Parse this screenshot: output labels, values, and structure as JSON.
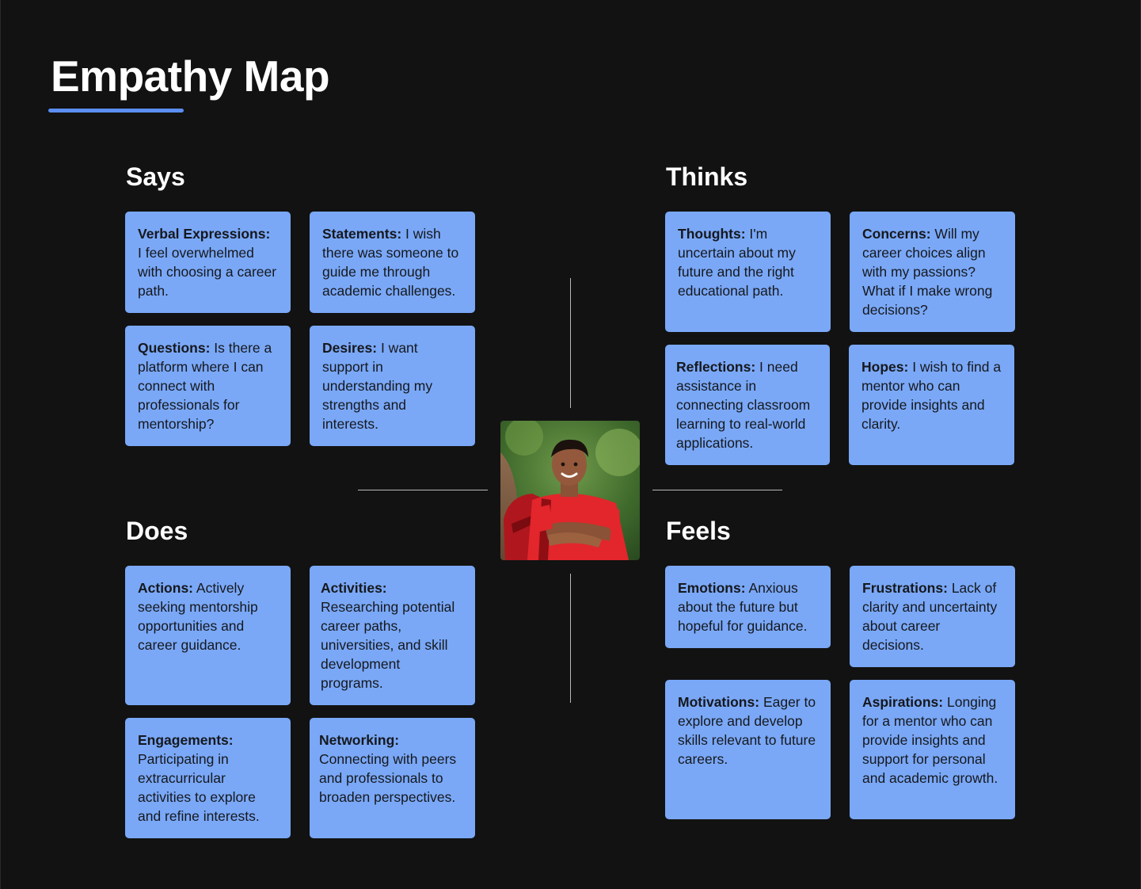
{
  "page": {
    "title": "Empathy Map"
  },
  "says": {
    "title": "Says",
    "cards": [
      {
        "label": "Verbal Expressions:",
        "text": "I feel overwhelmed with choosing a career path."
      },
      {
        "label": "Statements:",
        "text": "I wish there was someone to guide me through academic challenges."
      },
      {
        "label": "Questions:",
        "text": "Is there a platform where I can connect with professionals for mentorship?"
      },
      {
        "label": "Desires:",
        "text": "I want support in understanding my strengths and interests."
      }
    ]
  },
  "thinks": {
    "title": "Thinks",
    "cards": [
      {
        "label": "Thoughts:",
        "text": "I'm uncertain about my future and the right educational path."
      },
      {
        "label": "Concerns:",
        "text": "Will my career choices align with my passions? What if I make wrong decisions?"
      },
      {
        "label": "Reflections:",
        "text": "I need assistance in connecting classroom learning to real-world applications."
      },
      {
        "label": "Hopes:",
        "text": "I wish to find a mentor who can provide insights and clarity."
      }
    ]
  },
  "does": {
    "title": "Does",
    "cards": [
      {
        "label": "Actions:",
        "text": "Actively seeking mentorship opportunities and career guidance."
      },
      {
        "label": "Activities:",
        "text": "Researching potential career paths, universities, and skill development programs."
      },
      {
        "label": "Engagements:",
        "text": "Participating in extracurricular activities to explore and refine interests."
      },
      {
        "label": "Networking:",
        "text": "Connecting with peers and professionals to broaden perspectives."
      }
    ]
  },
  "feels": {
    "title": "Feels",
    "cards": [
      {
        "label": "Emotions:",
        "text": "Anxious about the future but hopeful for guidance."
      },
      {
        "label": "Frustrations:",
        "text": "Lack of clarity and uncertainty about career decisions."
      },
      {
        "label": "Motivations:",
        "text": "Eager to explore and develop skills relevant to future careers."
      },
      {
        "label": "Aspirations:",
        "text": "Longing for a mentor who can provide insights and support for personal and academic growth."
      }
    ]
  },
  "persona": {
    "image": "student-portrait"
  },
  "colors": {
    "background": "#121212",
    "card": "#7aa8f7",
    "accent": "#5b8ef0",
    "divider": "#b9b9b9"
  }
}
